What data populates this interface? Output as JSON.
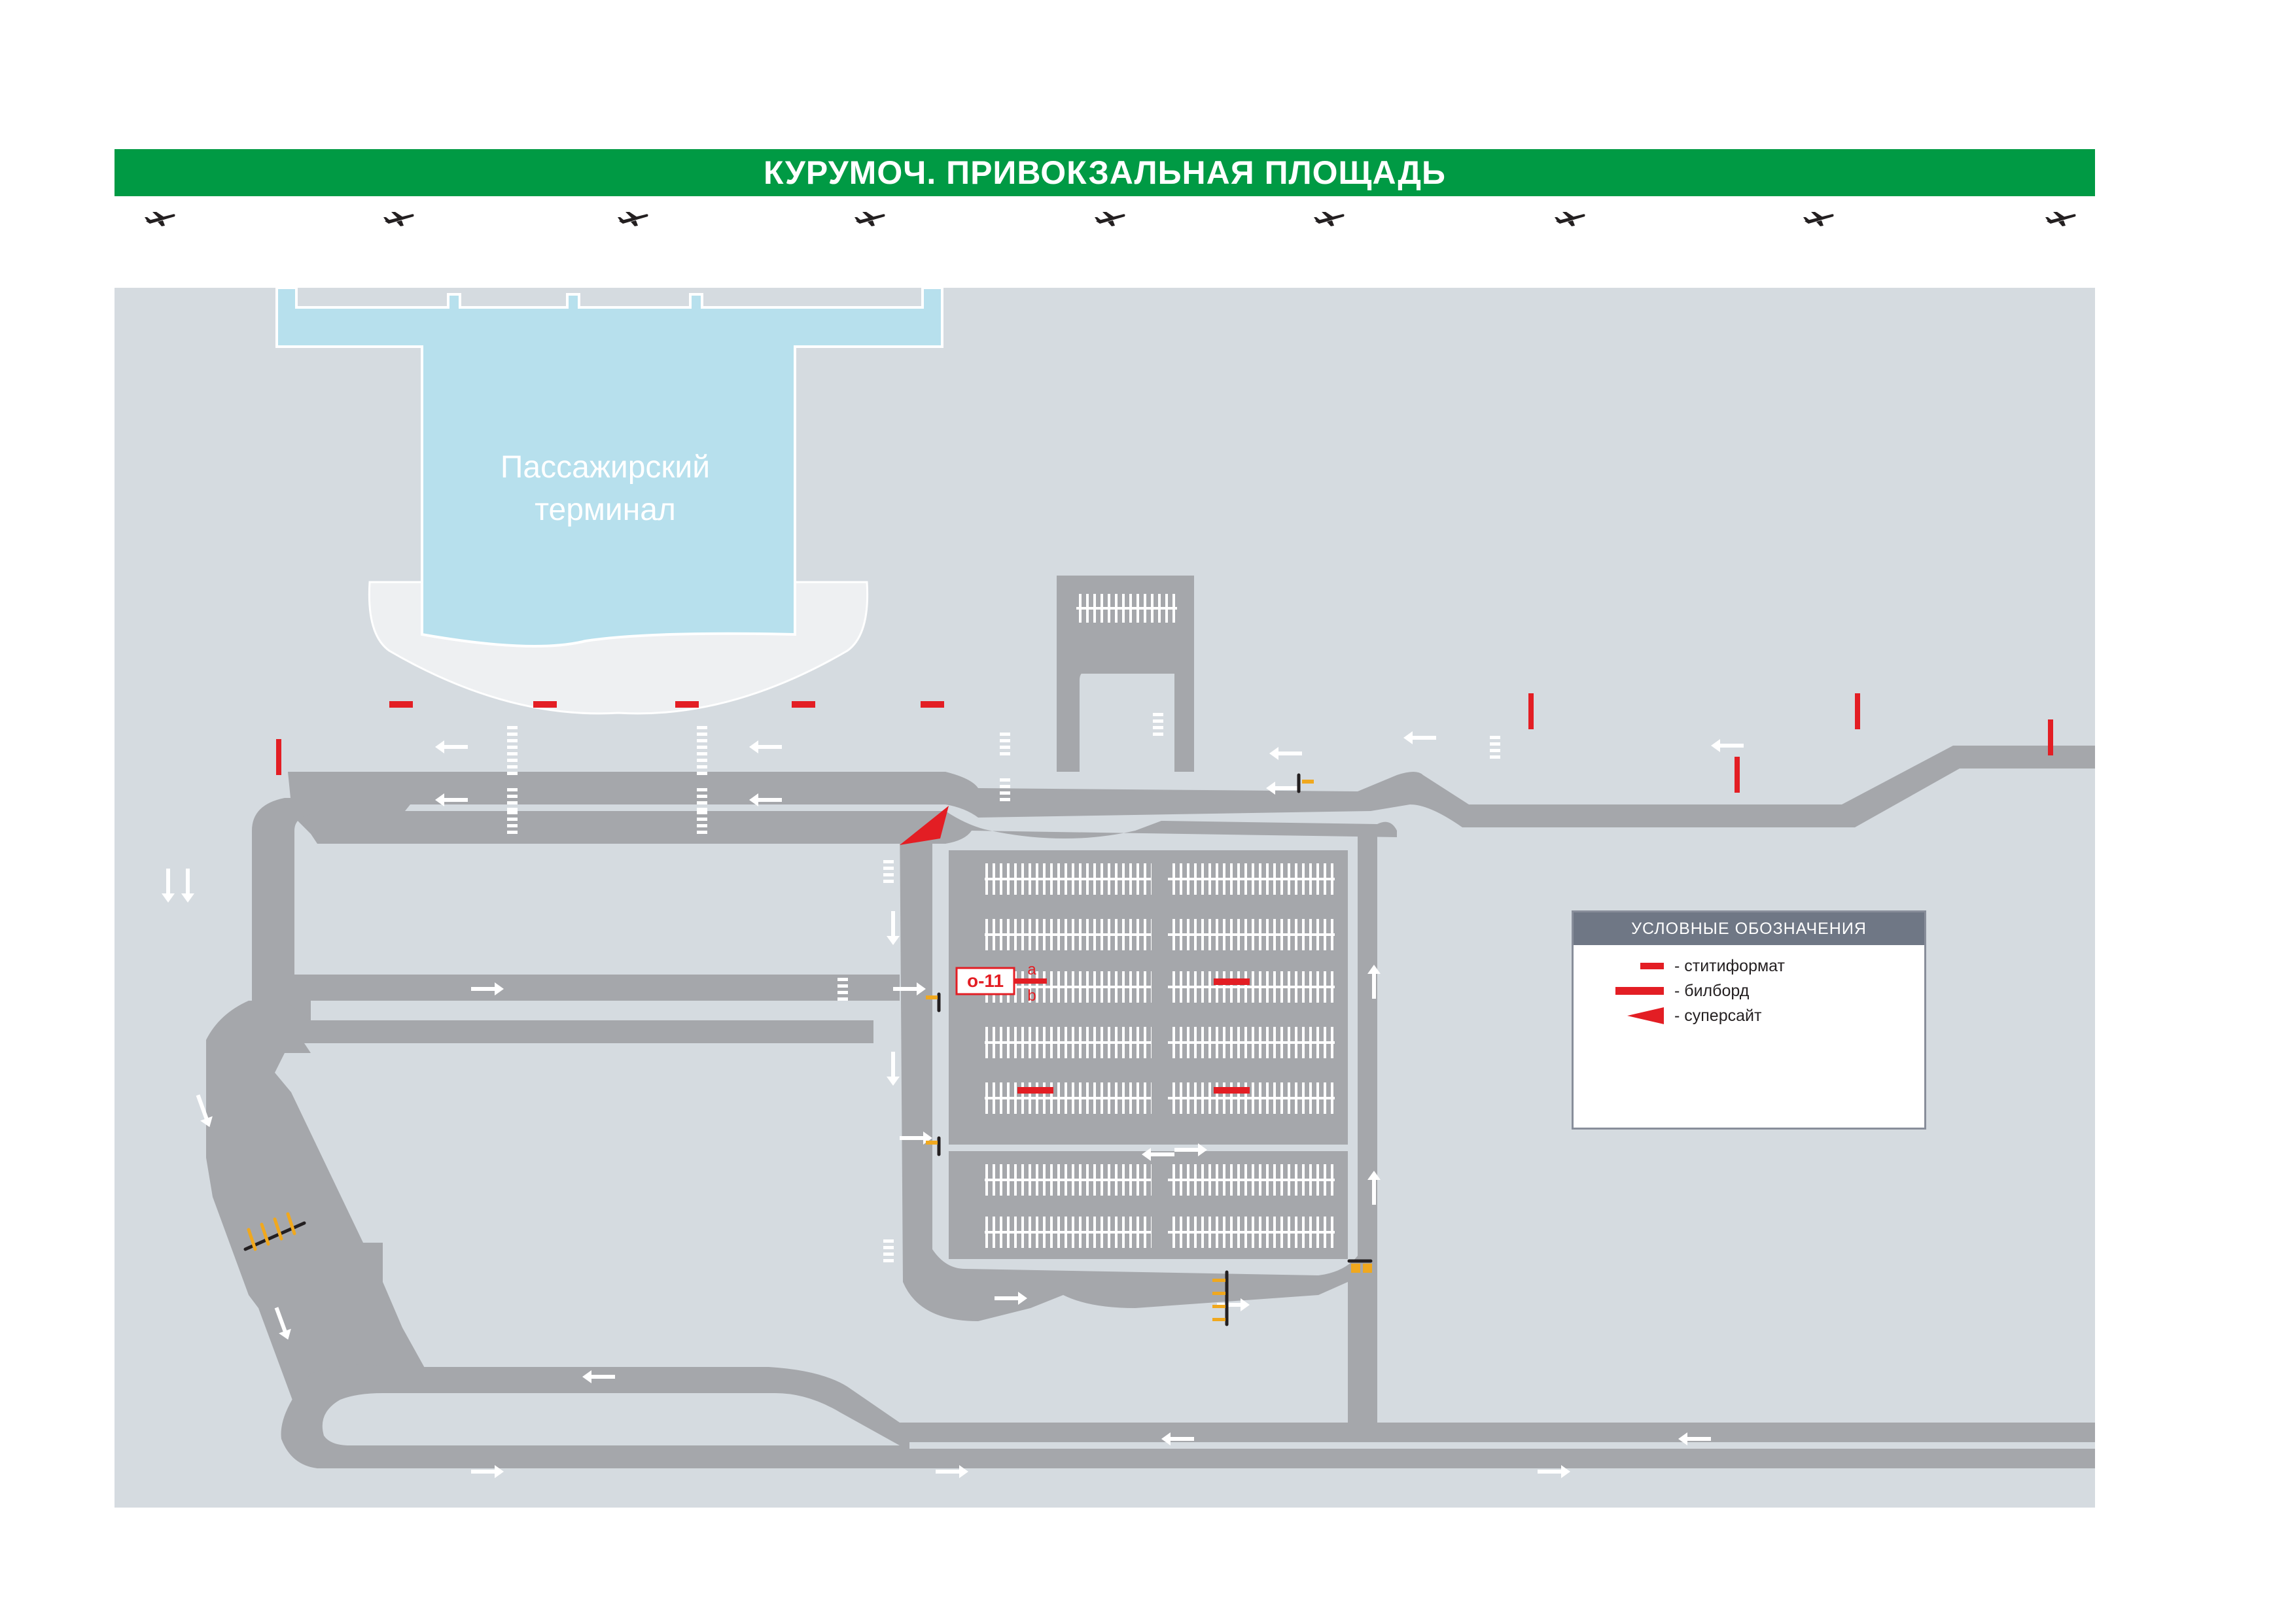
{
  "header": {
    "title": "КУРУМОЧ.  ПРИВОКЗАЛЬНАЯ ПЛОЩАДЬ"
  },
  "terminal": {
    "label_line1": "Пассажирский",
    "label_line2": "терминал"
  },
  "map": {
    "placement_code": "о-11",
    "side_a": "а",
    "side_b": "b"
  },
  "legend": {
    "title": "УСЛОВНЫЕ ОБОЗНАЧЕНИЯ",
    "items": [
      {
        "label": "- ститиформат",
        "icon": "short-red-bar"
      },
      {
        "label": "- билборд",
        "icon": "long-red-bar"
      },
      {
        "label": "- суперсайт",
        "icon": "red-triangle"
      }
    ]
  },
  "colors": {
    "header_green": "#009a44",
    "background": "#d5dbe0",
    "road": "#a5a7ab",
    "terminal": "#b7e0ed",
    "ad_red": "#e31e24",
    "barrier_yellow": "#f0a81e",
    "legend_header": "#6f7785"
  }
}
